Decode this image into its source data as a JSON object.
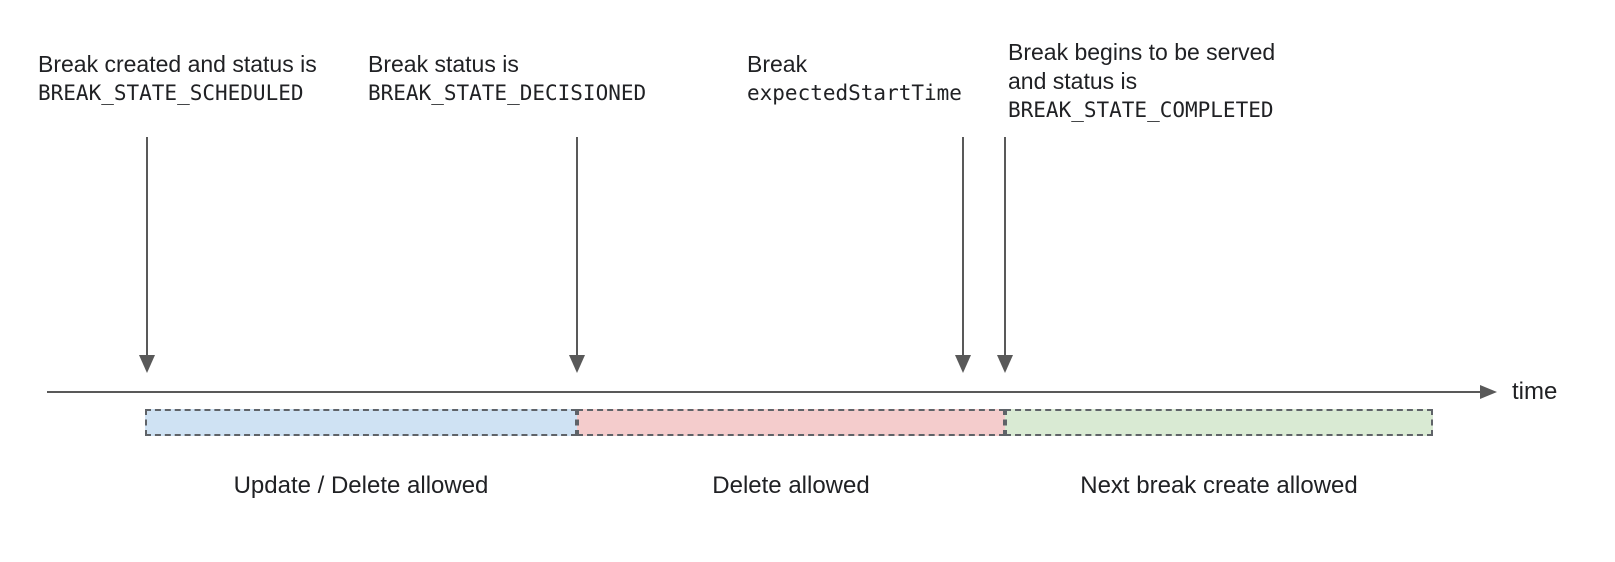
{
  "annotations": [
    {
      "line1": "Break created and status is",
      "code": "BREAK_STATE_SCHEDULED"
    },
    {
      "line1": "Break status is",
      "code": "BREAK_STATE_DECISIONED"
    },
    {
      "line1": "Break",
      "code": "expectedStartTime"
    },
    {
      "line1": "Break begins to be served",
      "line2": "and status is",
      "code": "BREAK_STATE_COMPLETED"
    }
  ],
  "axis": {
    "label": "time"
  },
  "segments": [
    {
      "label": "Update / Delete allowed",
      "fill": "#cfe2f3"
    },
    {
      "label": "Delete allowed",
      "fill": "#f4cccc"
    },
    {
      "label": "Next break create allowed",
      "fill": "#d9ead3"
    }
  ],
  "colors": {
    "arrow": "#595959",
    "border": "#5f6368",
    "text": "#202124"
  }
}
